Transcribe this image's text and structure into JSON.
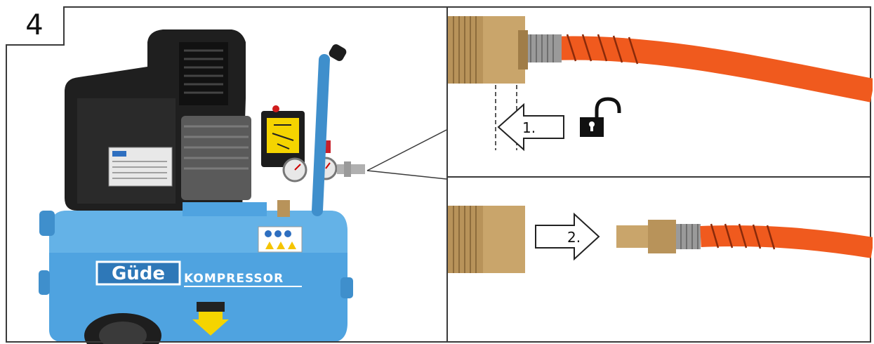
{
  "step_number": "4",
  "compressor": {
    "brand_logo": "Güde",
    "model_label": "KOMPRESSOR"
  },
  "steps": {
    "step1_label": "1.",
    "step2_label": "2."
  },
  "icons": {
    "unlock": "unlocked-padlock-icon"
  },
  "colors": {
    "tank_blue": "#4fa3e0",
    "hose_orange": "#f05a1e",
    "brass": "#b8935a",
    "frame": "#3a3a3a"
  }
}
